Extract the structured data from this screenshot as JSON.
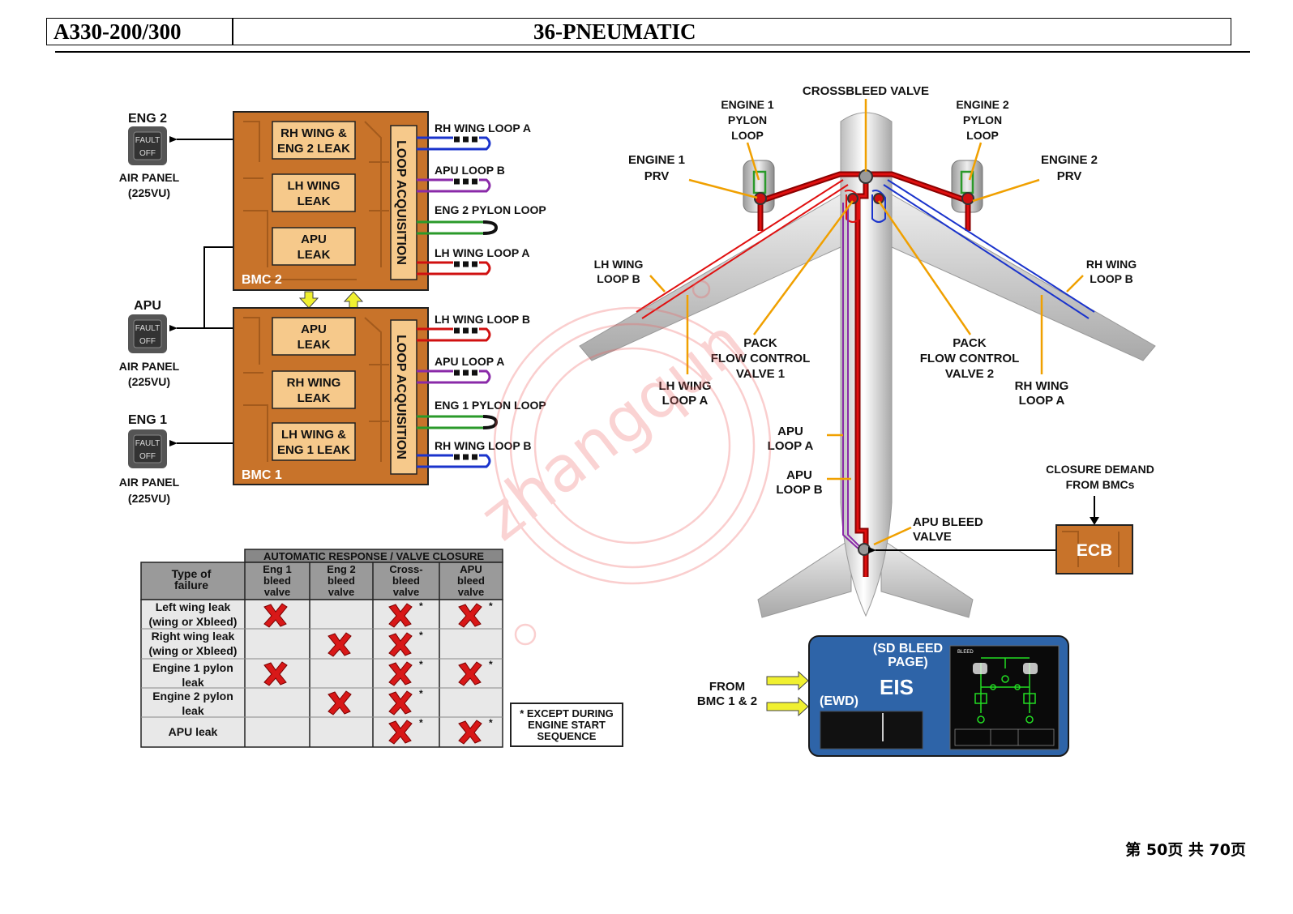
{
  "header": {
    "model": "A330-200/300",
    "chapter": "36-PNEUMATIC"
  },
  "panels": {
    "eng2": {
      "title": "ENG 2",
      "fault": "FAULT",
      "off": "OFF",
      "panel": "AIR PANEL",
      "vu": "(225VU)"
    },
    "apu": {
      "title": "APU",
      "fault": "FAULT",
      "off": "OFF",
      "panel": "AIR PANEL",
      "vu": "(225VU)"
    },
    "eng1": {
      "title": "ENG 1",
      "fault": "FAULT",
      "off": "OFF",
      "panel": "AIR PANEL",
      "vu": "(225VU)"
    }
  },
  "bmc2": {
    "name": "BMC 2",
    "b1a": "RH WING &",
    "b1b": "ENG 2 LEAK",
    "b2a": "LH WING",
    "b2b": "LEAK",
    "b3a": "APU",
    "b3b": "LEAK",
    "loop": "LOOP ACQUISITION",
    "loops": [
      "RH WING LOOP A",
      "APU LOOP B",
      "ENG 2 PYLON LOOP",
      "LH WING LOOP A"
    ]
  },
  "bmc1": {
    "name": "BMC 1",
    "b1a": "APU",
    "b1b": "LEAK",
    "b2a": "RH WING",
    "b2b": "LEAK",
    "b3a": "LH WING &",
    "b3b": "ENG 1 LEAK",
    "loop": "LOOP ACQUISITION",
    "loops": [
      "LH WING LOOP B",
      "APU LOOP A",
      "ENG 1 PYLON LOOP",
      "RH WING LOOP B"
    ]
  },
  "table": {
    "super": "AUTOMATIC RESPONSE / VALVE CLOSURE",
    "h0a": "Type of",
    "h0b": "failure",
    "h1a": "Eng 1",
    "h1b": "bleed",
    "h1c": "valve",
    "h2a": "Eng 2",
    "h2b": "bleed",
    "h2c": "valve",
    "h3a": "Cross-",
    "h3b": "bleed",
    "h3c": "valve",
    "h4a": "APU",
    "h4b": "bleed",
    "h4c": "valve",
    "r1a": "Left wing leak",
    "r1b": "(wing or Xbleed)",
    "r2a": "Right wing leak",
    "r2b": "(wing or Xbleed)",
    "r3a": "Engine 1 pylon",
    "r3b": "leak",
    "r4a": "Engine 2 pylon",
    "r4b": "leak",
    "r5a": "APU leak",
    "star": "*",
    "notea": "* EXCEPT DURING",
    "noteb": "ENGINE START",
    "notec": "SEQUENCE"
  },
  "aircraft": {
    "crossbleed": "CROSSBLEED VALVE",
    "e1pa": "ENGINE 1",
    "e1pb": "PYLON",
    "e1pc": "LOOP",
    "e2pa": "ENGINE 2",
    "e2pb": "PYLON",
    "e2pc": "LOOP",
    "e1prva": "ENGINE 1",
    "e1prvb": "PRV",
    "e2prva": "ENGINE 2",
    "e2prvb": "PRV",
    "lhwba": "LH WING",
    "lhwbb": "LOOP B",
    "rhwba": "RH WING",
    "rhwbb": "LOOP B",
    "pk1a": "PACK",
    "pk1b": "FLOW CONTROL",
    "pk1c": "VALVE 1",
    "pk2a": "PACK",
    "pk2b": "FLOW CONTROL",
    "pk2c": "VALVE 2",
    "lhwaa": "LH WING",
    "lhwab": "LOOP A",
    "rhwaa": "RH WING",
    "rhwab": "LOOP A",
    "apuaa": "APU",
    "apuab": "LOOP A",
    "apuba": "APU",
    "apubb": "LOOP B",
    "apubva": "APU BLEED",
    "apubvb": "VALVE",
    "closa": "CLOSURE DEMAND",
    "closb": "FROM BMCs",
    "ecb": "ECB"
  },
  "eis": {
    "froma": "FROM",
    "fromb": "BMC 1 & 2",
    "sda": "(SD BLEED",
    "sdb": "PAGE)",
    "eis": "EIS",
    "ewd": "(EWD)",
    "bleed": "BLEED"
  },
  "watermark": "zhangqun",
  "footer": {
    "page": "第 50页  共 70页"
  },
  "colors": {
    "bmc": "#c8732a",
    "box": "#f6c98b",
    "red": "#d01010",
    "blue": "#1a33cc",
    "purple": "#8a2aa8",
    "green": "#2a9a2a",
    "eis": "#2e64a8"
  }
}
